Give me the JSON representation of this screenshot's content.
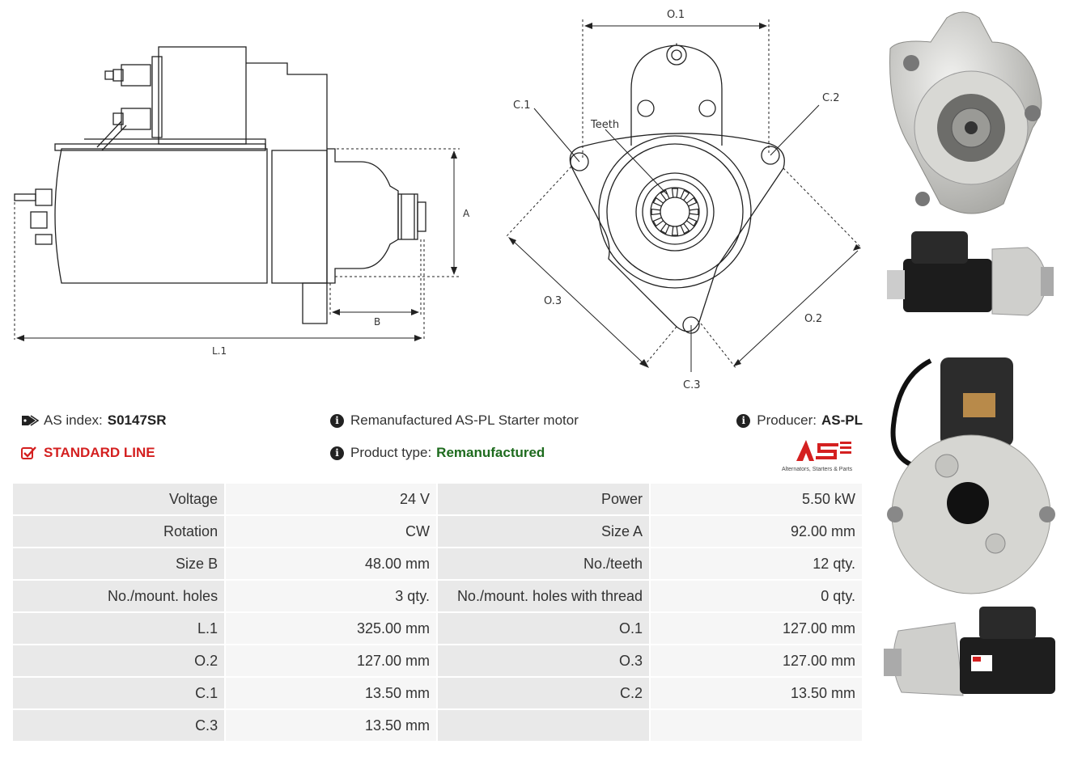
{
  "diagram": {
    "labels": {
      "o1": "O.1",
      "o2": "O.2",
      "o3": "O.3",
      "c1": "C.1",
      "c2": "C.2",
      "c3": "C.3",
      "teeth": "Teeth",
      "a": "A",
      "b": "B",
      "l1": "L.1"
    }
  },
  "info": {
    "as_index_label": "AS index:",
    "as_index_value": "S0147SR",
    "line": "STANDARD LINE",
    "description": "Remanufactured AS-PL Starter motor",
    "product_type_label": "Product type:",
    "product_type_value": "Remanufactured",
    "producer_label": "Producer:",
    "producer_value": "AS-PL",
    "logo_tagline": "Alternators, Starters & Parts"
  },
  "specs": [
    [
      "Voltage",
      "24 V",
      "Power",
      "5.50 kW"
    ],
    [
      "Rotation",
      "CW",
      "Size A",
      "92.00 mm"
    ],
    [
      "Size B",
      "48.00 mm",
      "No./teeth",
      "12 qty."
    ],
    [
      "No./mount. holes",
      "3 qty.",
      "No./mount. holes with thread",
      "0 qty."
    ],
    [
      "L.1",
      "325.00 mm",
      "O.1",
      "127.00 mm"
    ],
    [
      "O.2",
      "127.00 mm",
      "O.3",
      "127.00 mm"
    ],
    [
      "C.1",
      "13.50 mm",
      "C.2",
      "13.50 mm"
    ],
    [
      "C.3",
      "13.50 mm",
      "",
      ""
    ]
  ],
  "colors": {
    "accent_red": "#d42020",
    "green": "#1e6b1e"
  }
}
